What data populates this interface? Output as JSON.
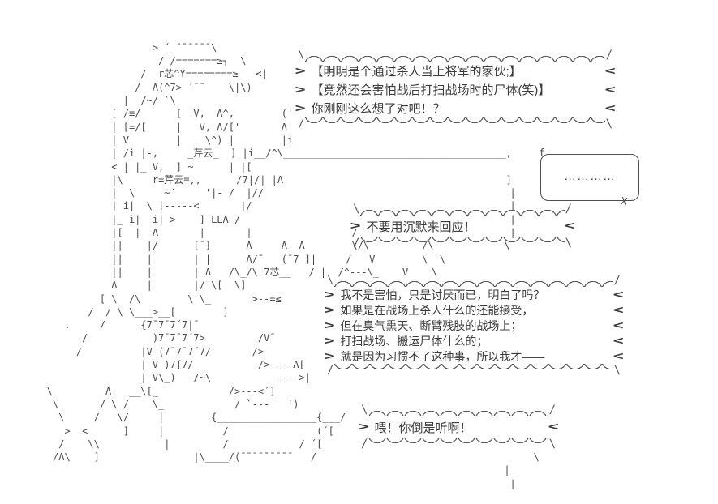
{
  "colors": {
    "ink": "#3c3c3c",
    "background": "#ffffff"
  },
  "art": {
    "lines": [
      "",
      "",
      "",
      "                          > ´ ¯¯¯¯¯¯\\",
      "                           / /=======≥┐  \\",
      "                        /  r芯^Y========≥   <|",
      "                       /  Λ(^7> ´¯¯    \\|\\)",
      "                     |  /~/ `\\",
      "                   [ /≡/      [  V,  Λ^,        ('",
      "                   | [=/[     |   V, Λ/['       Λ",
      "                   | V        |    \\^) |        |i",
      "                   | /i |-,     _芹云_  ] |i__/^\\______________________________________,",
      "                   < | |_ V,  ] ~      | |[",
      "                   |\\     r=芹云≡,,      /7|/| |Λ                                      ]",
      "                   |  \\     ~´     '|- /  |//                                          |",
      "                   | i|  \\ |-----<       |/                                            |",
      "                   |_ i|  i| >    ] LLΛ /                                              |",
      "                   |[  |  Λ       |       |                 /                          |",
      "                   ||    |/      [¯]      Λ     Λ  Λ        \\/\\         /\\            \\",
      "                   ||    |       | |      Λ/¯   (¯7 ]|     /   V        \\  \\",
      "                   ||    |       | Λ   /\\_/\\ 7芯__   / |  /^---\\_    V    \\",
      "                   Λ     |       |/ \\[  \\]",
      "                 [ \\  /\\        \\ \\_       >--=≤",
      "               /  / \\ \\___>__[        ]",
      "           .     /      {7¯7¯7´7|¯",
      "              /           )7¯7¯7´7>         /V¯",
      "             /          |V (7¯7¯7´7/       />",
      "                        | V )7{7/           />----Λ[",
      "                        | V\\_)   /~\\           ---->|",
      "        \\         Λ   __\\[_            />---<´]",
      "         \\       / \\ /    \\_            / `---   ')",
      "          \\     /   \\/     |        {_________________{___/",
      "           >  <      ]     |          /               (´[",
      "          /    \\\\           |         /            / ´[",
      "         /Λ\\    ]                |\\____/(¯¯¯¯¯¯¯¯¯   /                                     \\",
      "                                                                                      |",
      "                                                                                       |",
      ""
    ]
  },
  "bubbles": {
    "shout1": {
      "left_mark": ">",
      "right_mark": "<",
      "corners": {
        "tl": "\\",
        "tr": "/",
        "bl": "/",
        "br": "\\"
      },
      "lines": [
        "【明明是个通过杀人当上将军的家伙;】",
        "【竟然还会害怕战后打扫战场时的尸体(笑)】",
        "你刚刚这么想了对吧！？"
      ]
    },
    "silence": {
      "curl": "f",
      "dots": "…………",
      "tail": "X"
    },
    "shout2": {
      "left_mark": ">",
      "right_mark": "<",
      "corners": {
        "tl": "\\",
        "tr": "/",
        "bl": "/",
        "br": "\\"
      },
      "lines": [
        "不要用沉默来回应！"
      ]
    },
    "shout3": {
      "left_mark": ">",
      "right_mark": "<",
      "corners": {
        "tl": "\\",
        "tr": "/",
        "bl": "/",
        "br": "\\"
      },
      "lines": [
        "我不是害怕，只是讨厌而已，明白了吗？",
        "如果是在战场上杀人什么的还能接受，",
        "但在臭气熏天、断臂残肢的战场上；",
        "打扫战场、搬运尸体什么的；",
        "就是因为习惯不了这种事，所以我才——"
      ]
    },
    "shout4": {
      "left_mark": ">",
      "right_mark": "<",
      "corners": {
        "tl": "\\",
        "tr": "/",
        "bl": "/",
        "br": "\\"
      },
      "lines": [
        "喂！你倒是听啊！"
      ]
    }
  }
}
